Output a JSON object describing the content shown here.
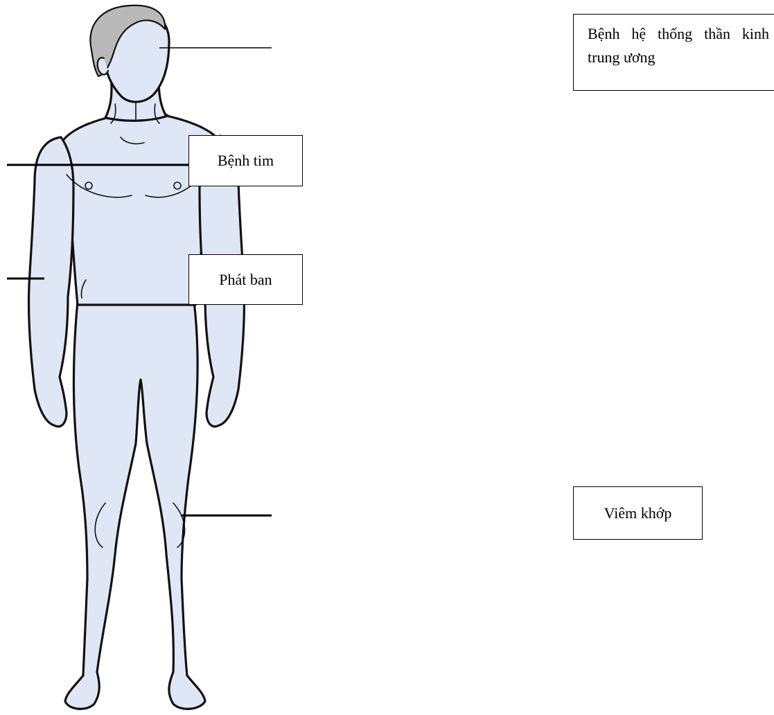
{
  "labels": {
    "cns": "Bệnh hệ thống thần kinh trung ương",
    "heart": "Bệnh tim",
    "rash": "Phát ban",
    "arthritis": "Viêm khớp"
  },
  "colors": {
    "skin": "#dfe6f5",
    "outline": "#111111",
    "hair": "#b9b9b9"
  }
}
